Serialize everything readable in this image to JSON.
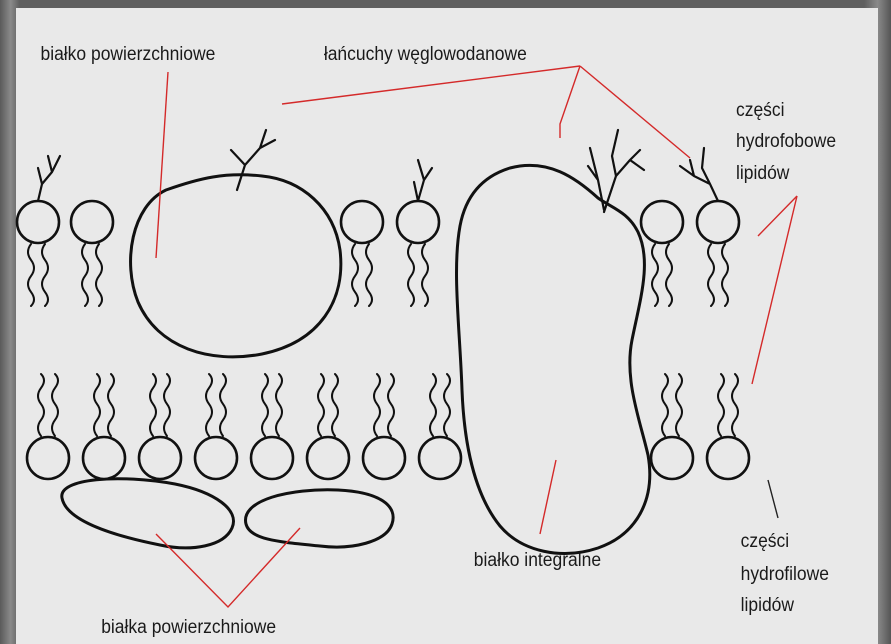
{
  "labels": {
    "surface_protein": "białko powierzchniowe",
    "carbohydrate_chains": "łańcuchy węglowodanowe",
    "hydrophobic_line1": "części",
    "hydrophobic_line2": "hydrofobowe",
    "hydrophobic_line3": "lipidów",
    "integral_protein": "białko integralne",
    "hydrophilic_line1": "części",
    "hydrophilic_line2": "hydrofilowe",
    "hydrophilic_line3": "lipidów",
    "surface_proteins": "białka powierzchniowe"
  },
  "colors": {
    "background": "#e9e9e9",
    "outline": "#111111",
    "pointer": "#d42a2a"
  }
}
